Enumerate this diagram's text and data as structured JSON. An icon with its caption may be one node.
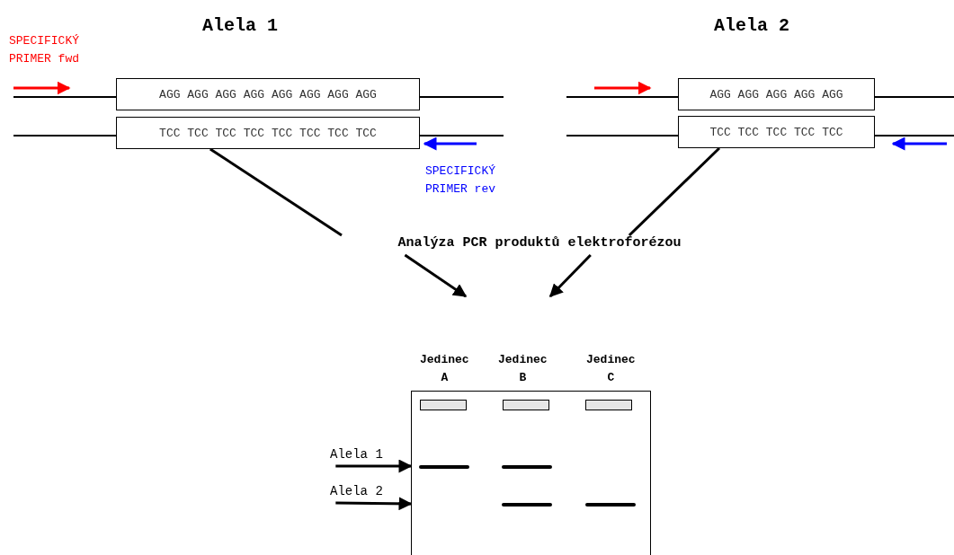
{
  "diagram": {
    "nodes": [
      {
        "text": [
          "AGG AGG AGG AGG AGG AGG AGG AGG"
        ]
      },
      {
        "text": [
          "TCC TCC TCC TCC TCC TCC TCC TCC"
        ]
      },
      {
        "text": [
          "AGG AGG AGG AGG AGG"
        ]
      },
      {
        "text": [
          "TCC TCC TCC TCC TCC"
        ]
      },
      {
        "text": [
          "Analýza PCR produktů elektroforézou"
        ]
      },
      {
        "text": [],
        "shape": "box"
      },
      {
        "text": [],
        "shape": "box",
        "in": 5
      },
      {
        "text": [],
        "shape": "box",
        "in": 5
      },
      {
        "text": [],
        "shape": "box",
        "in": 5
      },
      {
        "text": [],
        "shape": "bar",
        "in": 5
      },
      {
        "text": [],
        "shape": "bar",
        "in": 5
      },
      {
        "text": [],
        "shape": "bar",
        "in": 5
      },
      {
        "text": [],
        "shape": "bar",
        "in": 5
      },
      {
        "text": [
          "Alela 1"
        ]
      },
      {
        "text": [
          "Alela 2"
        ]
      }
    ],
    "edges": [
      {
        "from": 1,
        "to": 4,
        "arrow": "none"
      },
      {
        "from": 3,
        "to": 4,
        "arrow": "none"
      },
      {
        "from": 4,
        "to": null,
        "arrow": "to"
      },
      {
        "from": 4,
        "to": null,
        "arrow": "to"
      },
      {
        "from": 13,
        "to": 5,
        "arrow": "to"
      },
      {
        "from": 14,
        "to": 5,
        "arrow": "to"
      }
    ],
    "labels": [
      "Alela 1",
      "Alela 2",
      "SPECIFICKÝ PRIMER fwd",
      "SPECIFICKÝ PRIMER rev",
      "Jedinec A",
      "Jedinec B",
      "Jedinec C"
    ]
  }
}
